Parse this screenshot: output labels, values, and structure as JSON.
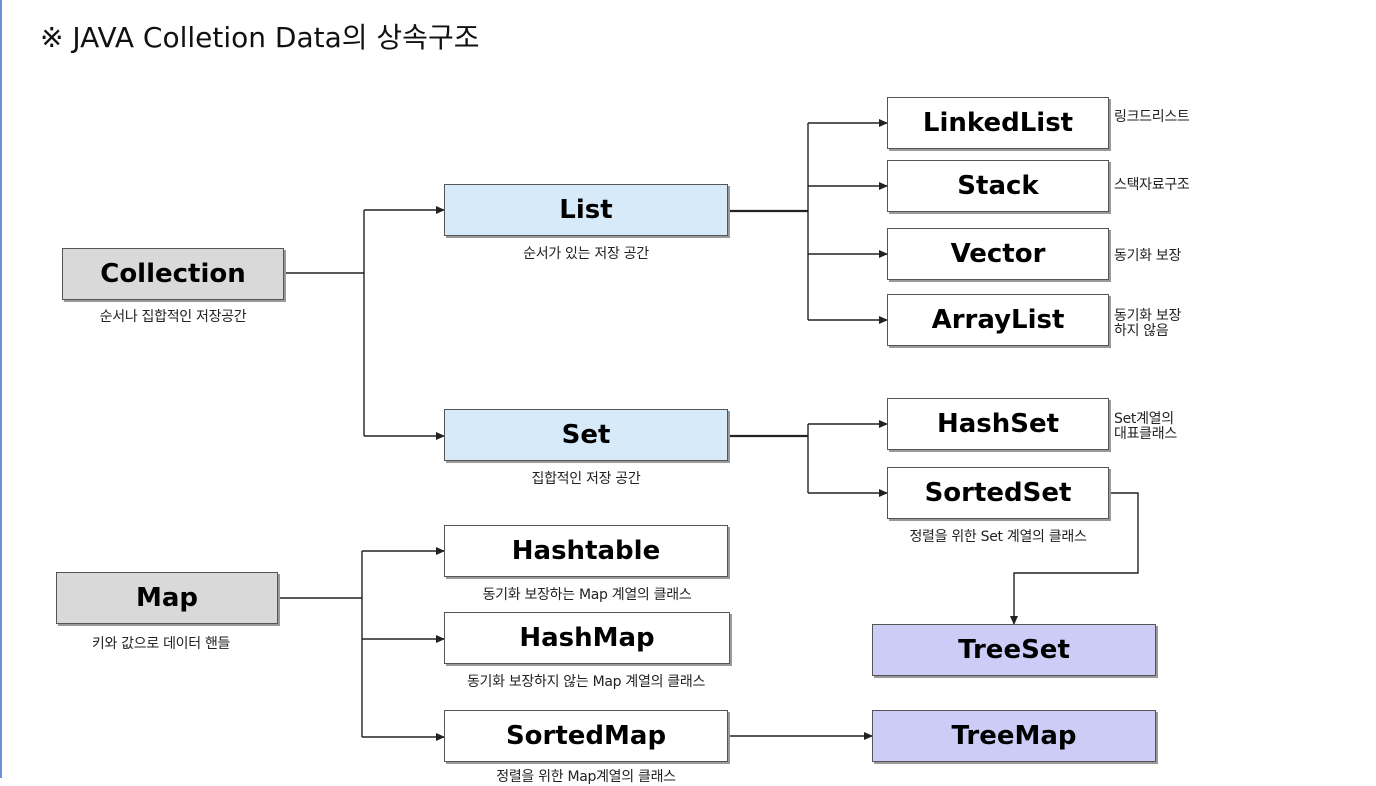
{
  "title": "※ JAVA Colletion Data의 상속구조",
  "colors": {
    "root": "#d9d9d9",
    "interface": "#d6eafa",
    "tree": "#ccccf7",
    "line": "#222222"
  },
  "nodes": {
    "collection": {
      "label": "Collection",
      "caption": "순서나 집합적인 저장공간"
    },
    "list": {
      "label": "List",
      "caption": "순서가 있는 저장 공간"
    },
    "set": {
      "label": "Set",
      "caption": "집합적인 저장 공간"
    },
    "linkedlist": {
      "label": "LinkedList",
      "note": "링크드리스트"
    },
    "stack": {
      "label": "Stack",
      "note": "스택자료구조"
    },
    "vector": {
      "label": "Vector",
      "note": "동기화 보장"
    },
    "arraylist": {
      "label": "ArrayList",
      "note_line1": "동기화 보장",
      "note_line2": "하지 않음"
    },
    "hashset": {
      "label": "HashSet",
      "note_line1": "Set계열의",
      "note_line2": "대표클래스"
    },
    "sortedset": {
      "label": "SortedSet",
      "caption": "정렬을 위한 Set 계열의 클래스"
    },
    "treeset": {
      "label": "TreeSet"
    },
    "map": {
      "label": "Map",
      "caption": "키와 값으로 데이터 핸들"
    },
    "hashtable": {
      "label": "Hashtable",
      "caption": "동기화 보장하는 Map 계열의 클래스"
    },
    "hashmap": {
      "label": "HashMap",
      "caption": "동기화 보장하지 않는 Map 계열의 클래스"
    },
    "sortedmap": {
      "label": "SortedMap",
      "caption": "정렬을 위한 Map계열의 클래스"
    },
    "treemap": {
      "label": "TreeMap"
    }
  }
}
